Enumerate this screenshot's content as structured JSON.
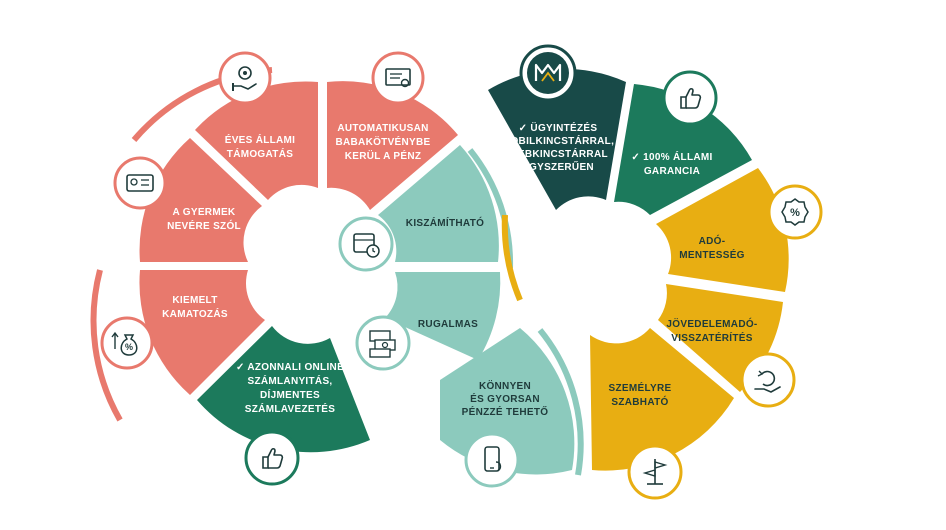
{
  "colors": {
    "coral": "#e8796d",
    "coral_stroke": "#e8796d",
    "dark_green": "#1c7a5c",
    "darkest_teal": "#184a48",
    "light_teal": "#8ccabd",
    "yellow": "#e8ae12",
    "white": "#ffffff",
    "label_dark": "#1f3b3b",
    "label_light": "#ffffff"
  },
  "left_wheel": {
    "segments": [
      {
        "id": "eves",
        "lines": [
          "ÉVES ÁLLAMI",
          "TÁMOGATÁS"
        ],
        "icon": "hand-gear-icon",
        "color": "coral"
      },
      {
        "id": "auto",
        "lines": [
          "AUTOMATIKUSAN",
          "BABAKÖTVÉNYBE",
          "KERÜL A PÉNZ"
        ],
        "icon": "certificate-icon",
        "color": "coral"
      },
      {
        "id": "gyermek",
        "lines": [
          "A GYERMEK",
          "NEVÉRE SZÓL"
        ],
        "icon": "id-card-icon",
        "color": "coral"
      },
      {
        "id": "kiemelt",
        "lines": [
          "KIEMELT",
          "KAMATOZÁS"
        ],
        "icon": "money-bag-percent-icon",
        "color": "coral"
      },
      {
        "id": "azonnali",
        "lines": [
          "✓ AZONNALI ONLINE",
          "SZÁMLANYITÁS,",
          "DÍJMENTES",
          "SZÁMLAVEZETÉS"
        ],
        "icon": "thumbs-up-icon",
        "color": "dark_green"
      }
    ]
  },
  "middle_wheel": {
    "segments": [
      {
        "id": "kiszamithato",
        "lines": [
          "KISZÁMÍTHATÓ"
        ],
        "icon": "calendar-clock-icon"
      },
      {
        "id": "rugalmas",
        "lines": [
          "RUGALMAS"
        ],
        "icon": "banknotes-icon"
      },
      {
        "id": "konnyen",
        "lines": [
          "KÖNNYEN",
          "ÉS GYORSAN",
          "PÉNZZÉ TEHETŐ"
        ],
        "icon": "smartphone-icon"
      }
    ]
  },
  "right_wheel": {
    "segments": [
      {
        "id": "ugyintezes",
        "lines": [
          "✓ ÜGYINTÉZÉS",
          "MOBILKINCSTÁRRAL,",
          "WEBKINCSTÁRRAL",
          "EGYSZERŰEN"
        ],
        "icon": "mak-logo-icon",
        "color": "darkest_teal"
      },
      {
        "id": "garancia",
        "lines": [
          "✓ 100% ÁLLAMI",
          "GARANCIA"
        ],
        "icon": "thumbs-up-icon",
        "color": "dark_green"
      },
      {
        "id": "adomentesseg",
        "lines": [
          "ADÓ-",
          "MENTESSÉG"
        ],
        "icon": "percent-badge-icon",
        "color": "yellow"
      },
      {
        "id": "jovedelem",
        "lines": [
          "JÖVEDELEMADÓ-",
          "VISSZATÉRÍTÉS"
        ],
        "icon": "hand-refund-icon",
        "color": "yellow"
      },
      {
        "id": "szemelyre",
        "lines": [
          "SZEMÉLYRE",
          "SZABHATÓ"
        ],
        "icon": "signpost-icon",
        "color": "yellow"
      }
    ]
  }
}
